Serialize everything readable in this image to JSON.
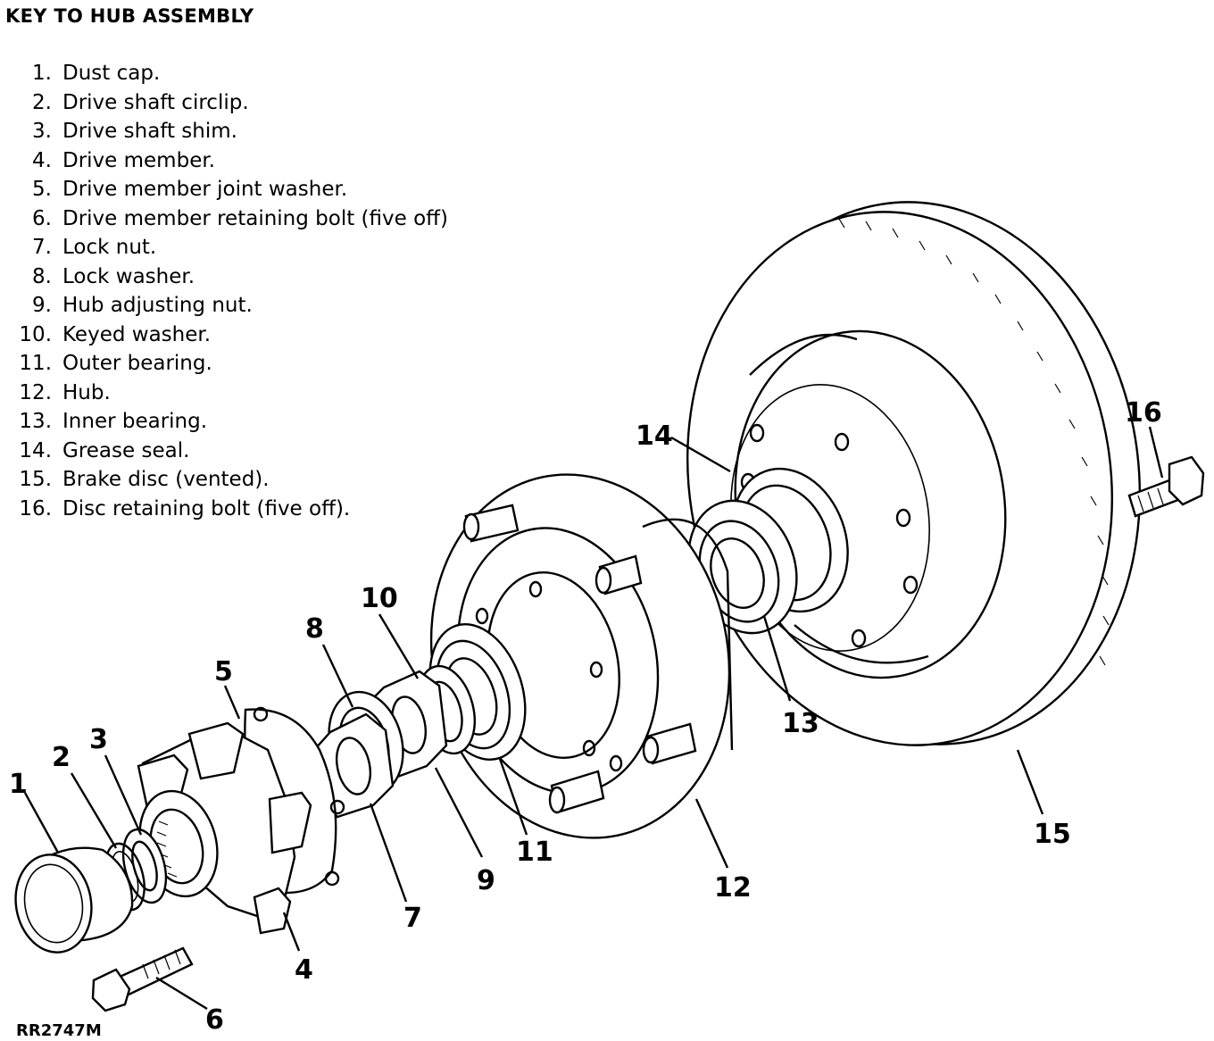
{
  "key_title": "KEY TO HUB ASSEMBLY",
  "key_items": [
    {
      "num": "1.",
      "label": "Dust cap."
    },
    {
      "num": "2.",
      "label": "Drive shaft circlip."
    },
    {
      "num": "3.",
      "label": "Drive shaft shim."
    },
    {
      "num": "4.",
      "label": "Drive member."
    },
    {
      "num": "5.",
      "label": "Drive member joint washer."
    },
    {
      "num": "6.",
      "label": "Drive member retaining bolt (five off)"
    },
    {
      "num": "7.",
      "label": "Lock nut."
    },
    {
      "num": "8.",
      "label": "Lock washer."
    },
    {
      "num": "9.",
      "label": "Hub adjusting nut."
    },
    {
      "num": "10.",
      "label": "Keyed washer."
    },
    {
      "num": "11.",
      "label": "Outer bearing."
    },
    {
      "num": "12.",
      "label": "Hub."
    },
    {
      "num": "13.",
      "label": "Inner bearing."
    },
    {
      "num": "14.",
      "label": "Grease seal."
    },
    {
      "num": "15.",
      "label": "Brake disc (vented)."
    },
    {
      "num": "16.",
      "label": "Disc retaining bolt (five off)."
    }
  ],
  "callouts": [
    "1",
    "2",
    "3",
    "4",
    "5",
    "6",
    "7",
    "8",
    "9",
    "10",
    "11",
    "12",
    "13",
    "14",
    "15",
    "16"
  ],
  "drawing_ref": "RR2747M"
}
